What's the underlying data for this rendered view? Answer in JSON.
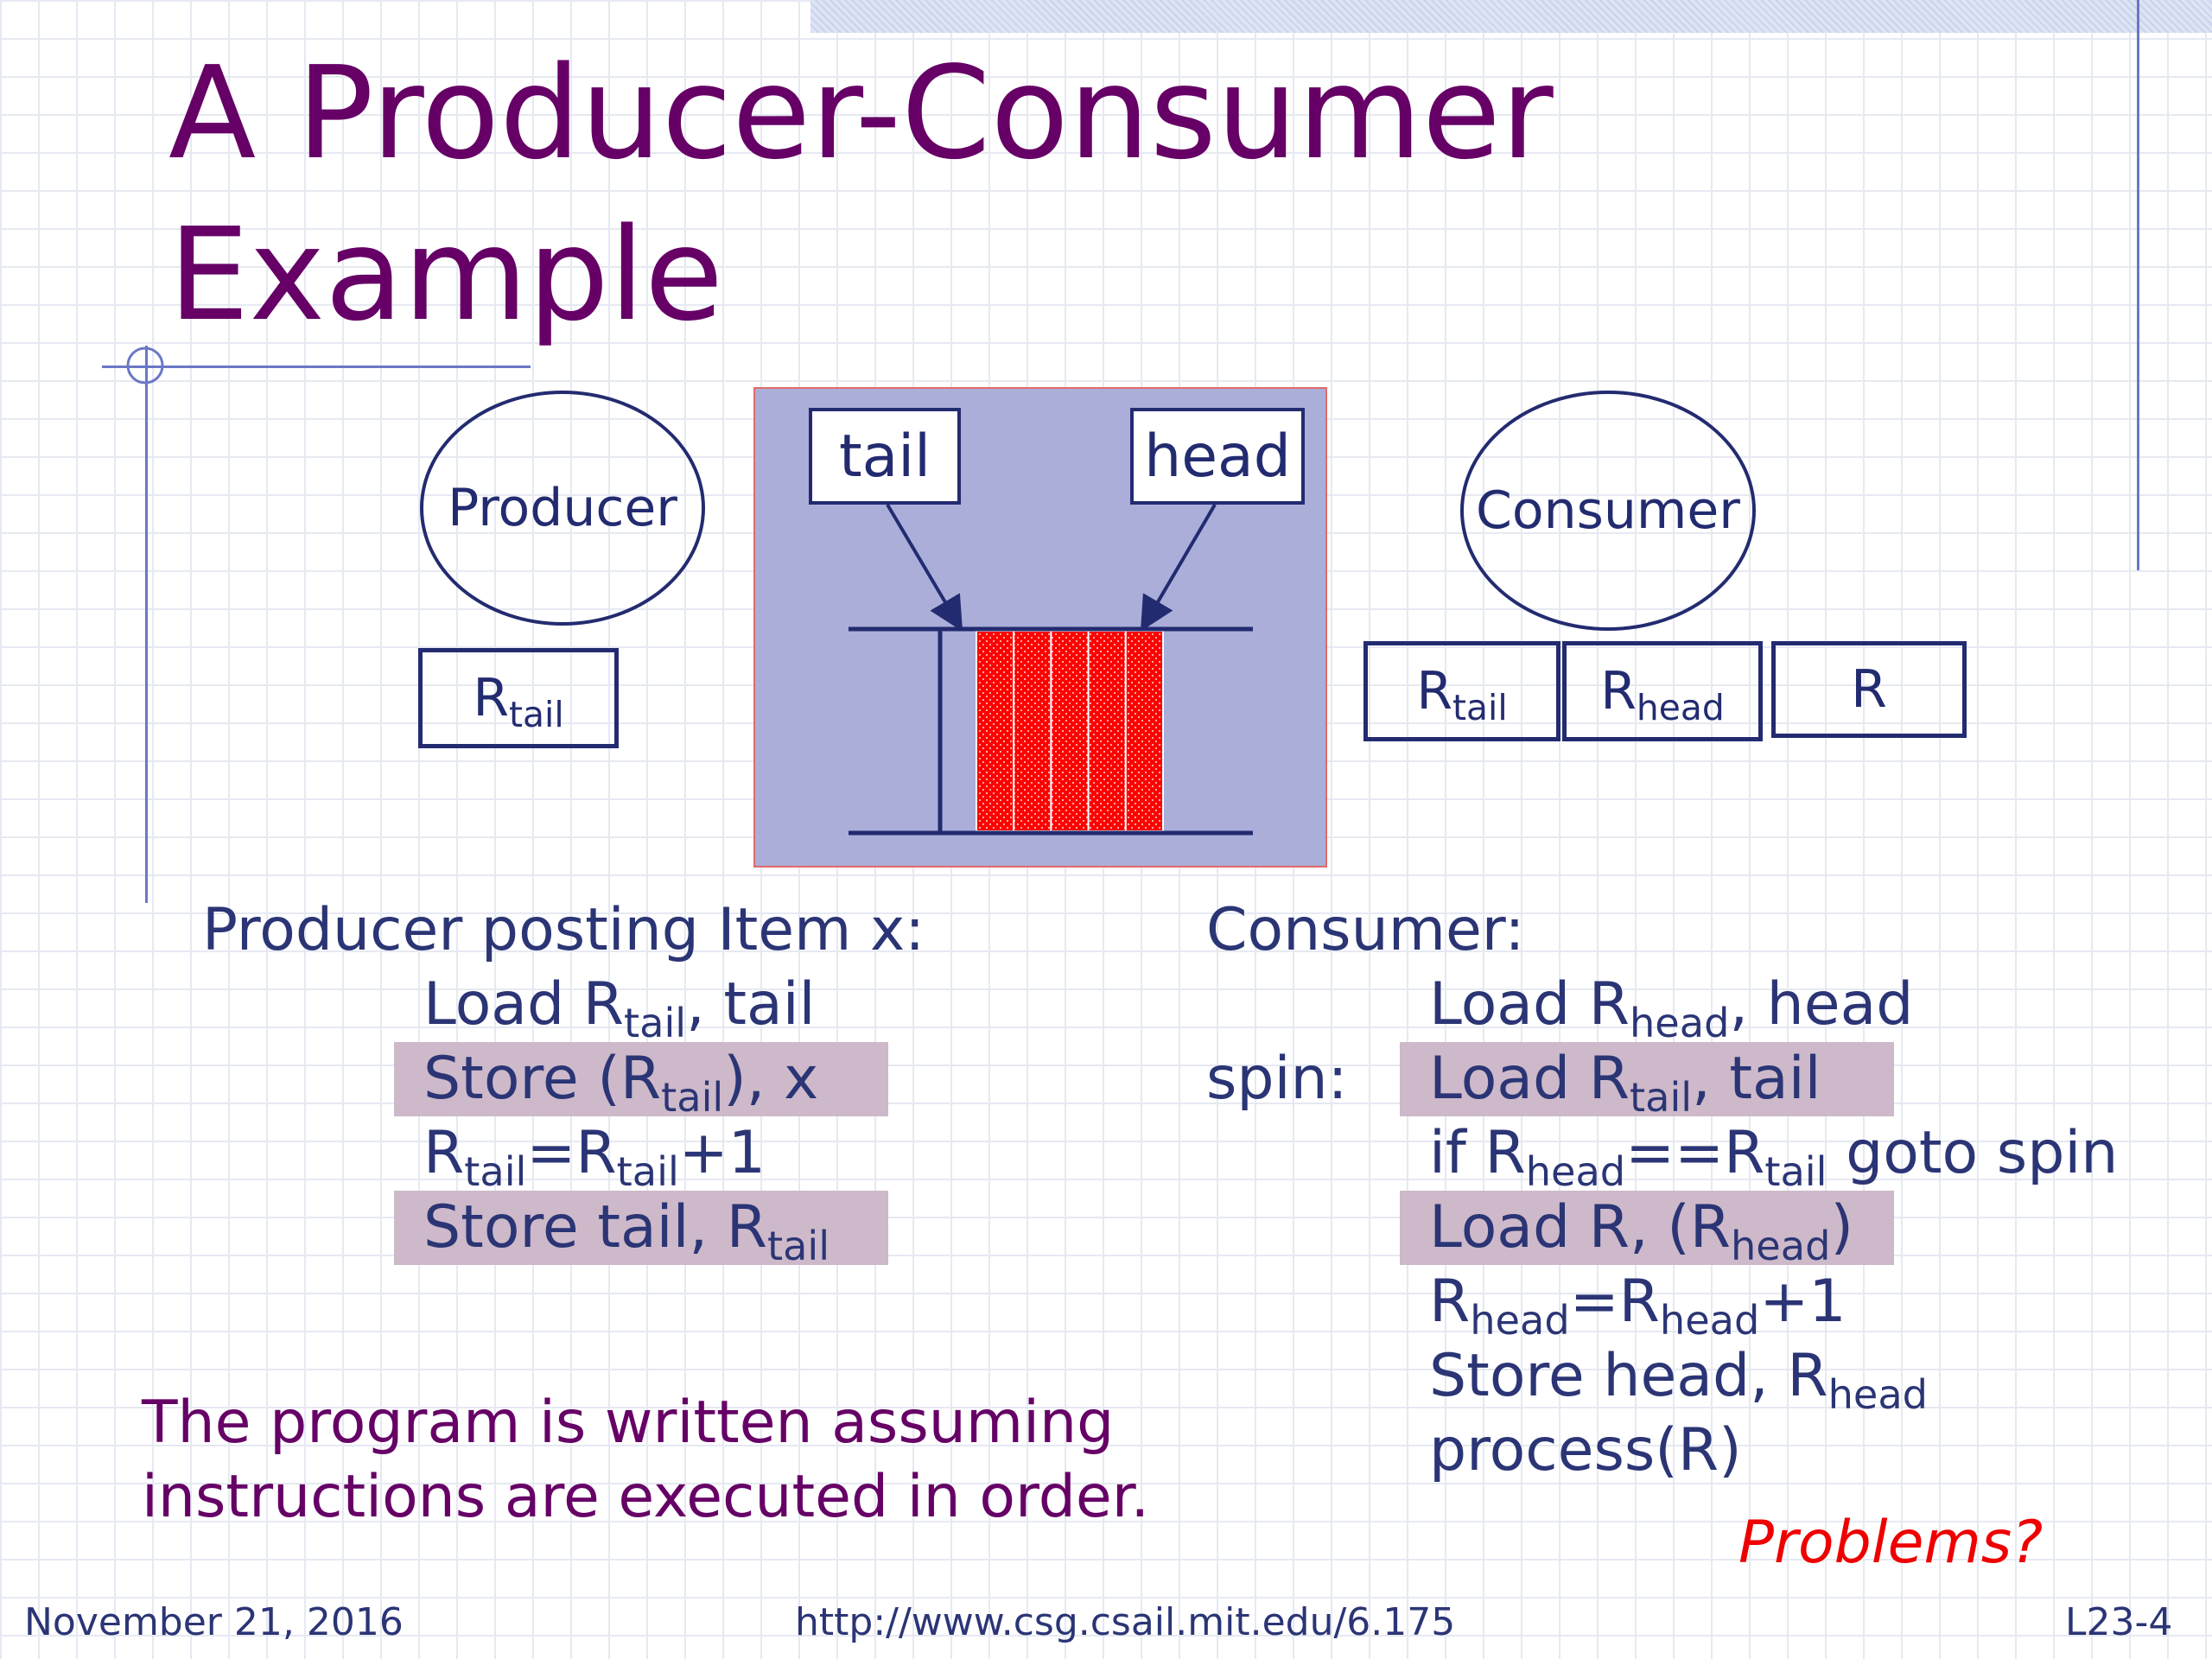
{
  "slide": {
    "title": "A Producer-Consumer\nExample",
    "producer_label": "Producer",
    "consumer_label": "Consumer",
    "queue": {
      "tail_label": "tail",
      "head_label": "head",
      "slot_count": 5,
      "slot_color": "#ff0000",
      "panel_color": "#aaaed9"
    },
    "producer_regs": [
      {
        "base": "R",
        "sub": "tail"
      }
    ],
    "consumer_regs": [
      {
        "base": "R",
        "sub": "tail"
      },
      {
        "base": "R",
        "sub": "head"
      },
      {
        "base": "R",
        "sub": ""
      }
    ],
    "producer_code": {
      "heading": "Producer posting Item x:",
      "lines": [
        {
          "highlight": false,
          "parts": [
            {
              "t": "Load R"
            },
            {
              "s": "tail"
            },
            {
              "t": ", tail"
            }
          ]
        },
        {
          "highlight": true,
          "parts": [
            {
              "t": "Store (R"
            },
            {
              "s": "tail"
            },
            {
              "t": "), x"
            }
          ]
        },
        {
          "highlight": false,
          "parts": [
            {
              "t": "R"
            },
            {
              "s": "tail"
            },
            {
              "t": "=R"
            },
            {
              "s": "tail"
            },
            {
              "t": "+1"
            }
          ]
        },
        {
          "highlight": true,
          "parts": [
            {
              "t": "Store tail, R"
            },
            {
              "s": "tail"
            }
          ]
        }
      ]
    },
    "consumer_code": {
      "heading": "Consumer:",
      "spin_label": "spin:",
      "lines": [
        {
          "highlight": false,
          "parts": [
            {
              "t": "Load R"
            },
            {
              "s": "head"
            },
            {
              "t": ", head"
            }
          ]
        },
        {
          "highlight": true,
          "parts": [
            {
              "t": "Load R"
            },
            {
              "s": "tail"
            },
            {
              "t": ", tail"
            }
          ]
        },
        {
          "highlight": false,
          "parts": [
            {
              "t": "if R"
            },
            {
              "s": "head"
            },
            {
              "t": "==R"
            },
            {
              "s": "tail"
            },
            {
              "t": " goto spin"
            }
          ]
        },
        {
          "highlight": true,
          "parts": [
            {
              "t": "Load R, (R"
            },
            {
              "s": "head"
            },
            {
              "t": ")"
            }
          ]
        },
        {
          "highlight": false,
          "parts": [
            {
              "t": "R"
            },
            {
              "s": "head"
            },
            {
              "t": "=R"
            },
            {
              "s": "head"
            },
            {
              "t": "+1"
            }
          ]
        },
        {
          "highlight": false,
          "parts": [
            {
              "t": "Store head, R"
            },
            {
              "s": "head"
            }
          ]
        },
        {
          "highlight": false,
          "parts": [
            {
              "t": "process(R)"
            }
          ]
        }
      ]
    },
    "note_line1": "The program is written assuming",
    "note_line2": "instructions are executed in order.",
    "problems": "Problems?"
  },
  "footer": {
    "date": "November 21, 2016",
    "url": "http://www.csg.csail.mit.edu/6.175",
    "slide_number": "L23-4"
  },
  "colors": {
    "title": "#660066",
    "text": "#2b3575",
    "highlight": "#cdb9c9",
    "problems": "#ee0000",
    "rule": "#6b78c6"
  }
}
